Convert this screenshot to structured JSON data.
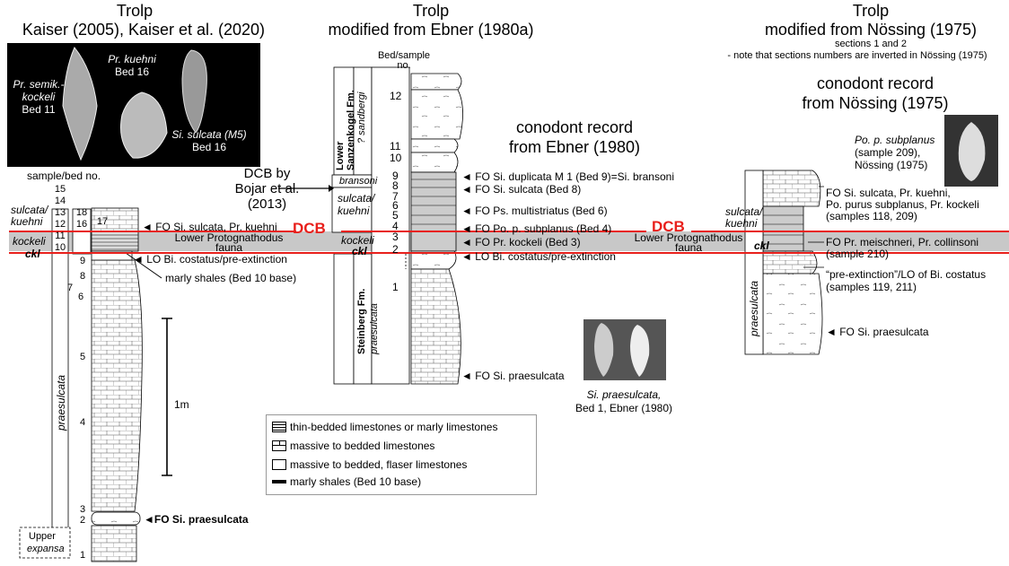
{
  "titles": {
    "left": [
      "Trolp",
      "Kaiser (2005), Kaiser et al. (2020)"
    ],
    "middle": [
      "Trolp",
      "modified from Ebner (1980a)"
    ],
    "right": [
      "Trolp",
      "modified from Nössing (1975)"
    ],
    "right_sub": [
      "sections 1 and 2",
      "- note that sections numbers are inverted in Nössing (1975)"
    ]
  },
  "photo_left": {
    "label_semik": [
      "Pr. semik.-",
      "kockeli",
      "Bed 11"
    ],
    "label_kuehni": [
      "Pr. kuehni",
      "Bed 16"
    ],
    "label_sulcata": [
      "Si. sulcata (M5)",
      "Bed 16"
    ]
  },
  "left_column": {
    "header": "sample/bed no.",
    "beds_outer": [
      "15",
      "14",
      "13",
      "12",
      "11",
      "10",
      "9",
      "8",
      "7",
      "6",
      "5",
      "4",
      "3",
      "2",
      "1"
    ],
    "beds_inner": [
      "18",
      "17",
      "16"
    ],
    "zone_sulcata": [
      "sulcata/",
      "kuehni"
    ],
    "zone_kockeli": "kockeli",
    "zone_ckl": "ckl",
    "zone_praesulcata": "praesulcata",
    "zone_expansa": [
      "Upper",
      "expansa"
    ],
    "scale": "1m",
    "fo_sulcata": "◄ FO Si. sulcata, Pr. kuehni",
    "lo_costatus": "◄ LO Bi. costatus/pre-extinction",
    "marly_shales": "marly shales (Bed 10 base)",
    "fo_praesulcata": "◄FO Si. praesulcata"
  },
  "dcb": {
    "label": "DCB",
    "bojar": [
      "DCB by",
      "Bojar et al.",
      "(2013)"
    ],
    "protognathodus": [
      "Lower Protognathodus",
      "fauna"
    ]
  },
  "middle_column": {
    "header": [
      "Bed/sample",
      "no."
    ],
    "formation_upper": [
      "Lower",
      "Sanzenkogel Fm."
    ],
    "formation_lower": "Steinberg Fm.",
    "zone_sandbergi": "? sandbergi",
    "zone_bransoni": "bransoni",
    "zone_sulcata": [
      "sulcata/",
      "kuehni"
    ],
    "zone_kockeli": "kockeli",
    "zone_ckl": "ckl",
    "zone_praesulcata": "praesulcata",
    "beds": [
      "12",
      "11",
      "10",
      "9",
      "8",
      "7",
      "6",
      "5",
      "4",
      "3",
      "2",
      "1"
    ],
    "record_title": [
      "conodont record",
      "from Ebner (1980)"
    ],
    "events": [
      "◄ FO Si. duplicata M 1 (Bed 9)=Si. bransoni",
      "◄ FO Si. sulcata (Bed 8)",
      "◄ FO Ps. multistriatus (Bed 6)",
      "◄ FO Po. p. subplanus (Bed 4)",
      "◄ FO Pr. kockeli (Bed 3)",
      "◄ LO Bi. costatus/pre-extinction",
      "◄ FO Si. praesulcata"
    ],
    "photo_caption": [
      "Si. praesulcata,",
      "Bed 1, Ebner (1980)"
    ]
  },
  "right_column": {
    "record_title": [
      "conodont record",
      "from Nössing (1975)"
    ],
    "photo_caption": [
      "Po. p. subplanus",
      "(sample 209),",
      "Nössing (1975)"
    ],
    "zone_sulcata": [
      "sulcata/",
      "kuehni"
    ],
    "zone_ckl": "ckl",
    "zone_praesulcata": "praesulcata",
    "events": [
      [
        "FO Si. sulcata, Pr. kuehni,",
        "Po. purus subplanus, Pr. kockeli",
        "(samples 118, 209)"
      ],
      [
        "FO Pr. meischneri, Pr. collinsoni",
        "(sample 210)"
      ],
      [
        "“pre-extinction”/LO of Bi. costatus",
        "(samples 119, 211)"
      ],
      [
        "◄ FO Si. praesulcata"
      ]
    ]
  },
  "legend": {
    "items": [
      "thin-bedded limestones or marly limestones",
      "massive to bedded limestones",
      "massive to bedded, flaser limestones",
      "marly shales (Bed 10 base)"
    ]
  },
  "colors": {
    "dcb_red": "#e8201c",
    "gray_band": "#c8c8c8"
  }
}
